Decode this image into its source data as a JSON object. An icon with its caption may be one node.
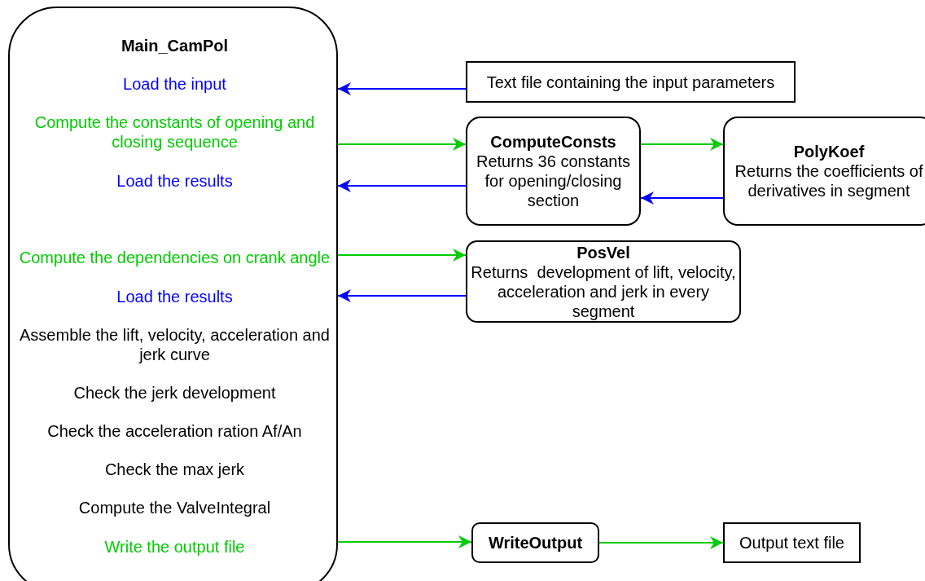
{
  "diagram": {
    "nodes": [
      {
        "text": [
          "Main_CamPol",
          "Load the input",
          "Compute the constants of opening and closing sequence",
          "Load the results",
          "Compute the dependencies on crank angle",
          "Load the results",
          "Assemble the lift, velocity, acceleration and jerk curve",
          "Check the jerk development",
          "Check the acceleration ration Af/An",
          "Check the max jerk",
          "Compute the ValveIntegral",
          "Write the output file"
        ]
      },
      {
        "text": [
          "Text file containing the input parameters"
        ]
      },
      {
        "text": [
          "ComputeConsts",
          "Returns 36 constants for opening/closing section"
        ]
      },
      {
        "text": [
          "PolyKoef",
          "Returns the coefficients of derivatives in segment"
        ]
      },
      {
        "text": [
          "PosVel",
          "Returns  development of lift, velocity, acceleration and jerk in every segment"
        ]
      },
      {
        "text": [
          "WriteOutput"
        ]
      },
      {
        "text": [
          "Output text file"
        ]
      }
    ],
    "edges": [
      {
        "from": 1,
        "to": 0,
        "arrow": "to",
        "color": "#0000ff"
      },
      {
        "from": 0,
        "to": 2,
        "arrow": "to"
      },
      {
        "from": 2,
        "to": 0,
        "arrow": "to",
        "color": "#0000ff"
      },
      {
        "from": 2,
        "to": 3,
        "arrow": "to"
      },
      {
        "from": 3,
        "to": 2,
        "arrow": "to",
        "color": "#0000ff"
      },
      {
        "from": 0,
        "to": 4,
        "arrow": "to"
      },
      {
        "from": 4,
        "to": 0,
        "arrow": "to",
        "color": "#0000ff"
      },
      {
        "from": 0,
        "to": 5,
        "arrow": "to"
      },
      {
        "from": 5,
        "to": 6,
        "arrow": "to"
      }
    ]
  }
}
